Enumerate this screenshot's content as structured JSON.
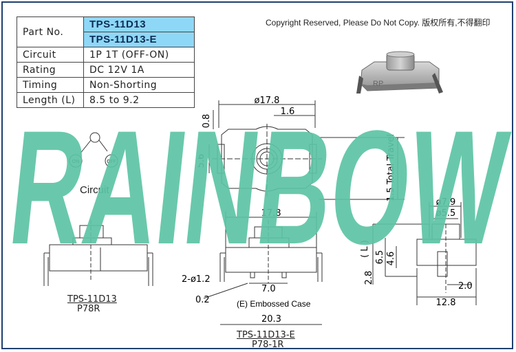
{
  "spec_table": {
    "part_no_label": "Part No.",
    "models": [
      "TPS-11D13",
      "TPS-11D13-E"
    ],
    "rows": [
      {
        "label": "Circuit",
        "value": "1P 1T (OFF-ON)"
      },
      {
        "label": "Rating",
        "value": "DC 12V 1A"
      },
      {
        "label": "Timing",
        "value": "Non-Shorting"
      },
      {
        "label": "Length (L)",
        "value": "8.5 to 9.2"
      }
    ],
    "highlight_color": "#8fd7f7"
  },
  "copyright": "Copyright Reserved, Please Do Not Copy. 版权所有,不得翻印",
  "watermark": {
    "text": "RAINBOW",
    "color": "#5cc3a4"
  },
  "product_photo": {
    "embossed_text": "RP"
  },
  "circuit": {
    "label": "Circuit",
    "on": "ON",
    "off": "OFF"
  },
  "top_view": {
    "dims": {
      "width": "ø17.8",
      "hole_offset": "1.6",
      "tab": "0.8",
      "height": "5.6",
      "travel": "1.5 Total Travel"
    }
  },
  "views": {
    "left": {
      "model": "TPS-11D13",
      "code": "P78R"
    },
    "center": {
      "width": "17.8",
      "pin_spec": "2-ø1.2",
      "pin_pitch": "7.0",
      "tolerance": "0.2",
      "emboss_note": "(E) Embossed Case",
      "overall": "20.3",
      "model": "TPS-11D13-E",
      "code": "P78-1R"
    },
    "right": {
      "d_outer": "ø7.9",
      "d_inner": "ø5.5",
      "l_label": "( L )",
      "h1": "6.5",
      "h2": "4.6",
      "h3": "2.8",
      "pin": "2.0",
      "width": "12.8"
    }
  }
}
